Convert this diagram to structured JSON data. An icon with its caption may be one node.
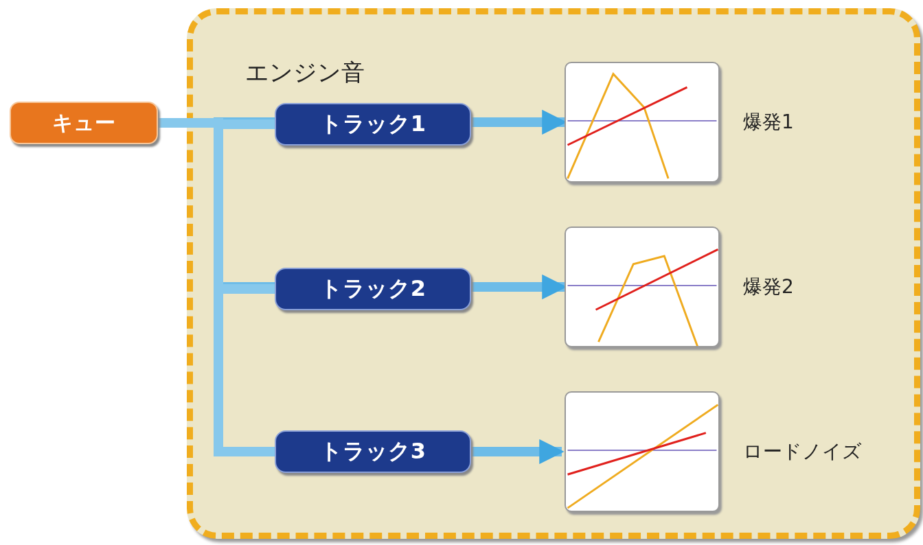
{
  "diagram": {
    "nodes": [
      {
        "text": [
          "エンジン音"
        ]
      },
      {
        "text": [
          "キュー"
        ]
      },
      {
        "text": [
          "トラック1"
        ],
        "in": 0
      },
      {
        "text": [
          "トラック2"
        ],
        "in": 0
      },
      {
        "text": [
          "トラック3"
        ],
        "in": 0
      },
      {
        "text": [],
        "shape": "box",
        "in": 0,
        "beside": [
          "爆発1"
        ]
      },
      {
        "text": [],
        "shape": "box",
        "in": 0,
        "beside": [
          "爆発2"
        ]
      },
      {
        "text": [],
        "shape": "box",
        "in": 0,
        "beside": [
          "ロードノイズ"
        ]
      }
    ],
    "edges": [
      {
        "from": 1,
        "to": 2,
        "arrow": "none"
      },
      {
        "from": 1,
        "to": 3,
        "arrow": "none"
      },
      {
        "from": 1,
        "to": 4,
        "arrow": "none"
      },
      {
        "from": 2,
        "to": 5,
        "arrow": "to"
      },
      {
        "from": 3,
        "to": 6,
        "arrow": "to"
      },
      {
        "from": 4,
        "to": 7,
        "arrow": "to"
      }
    ]
  }
}
